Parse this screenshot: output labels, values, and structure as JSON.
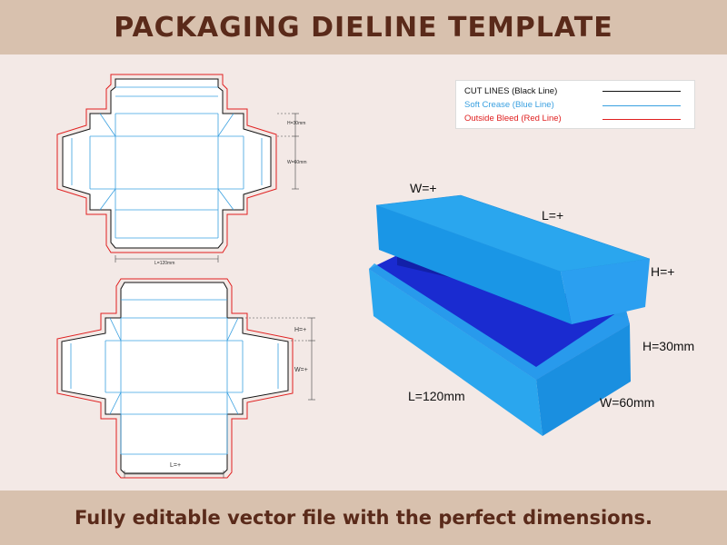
{
  "header": {
    "title": "PACKAGING DIELINE TEMPLATE"
  },
  "footer": {
    "text": "Fully editable vector file with the perfect dimensions."
  },
  "legend": {
    "items": [
      {
        "label": "CUT LINES (Black Line)",
        "color": "#111111"
      },
      {
        "label": "Soft Crease (Blue Line)",
        "color": "#3aa0e0"
      },
      {
        "label": "Outside Bleed (Red Line)",
        "color": "#e02020"
      }
    ]
  },
  "dieline_top": {
    "h_label": "H=30mm",
    "w_label": "W=60mm",
    "l_label": "L=120mm"
  },
  "dieline_bottom": {
    "h_label": "H=+",
    "w_label": "W=+",
    "l_label": "L=+"
  },
  "box_lid": {
    "w_label": "W=+",
    "l_label": "L=+",
    "h_label": "H=+"
  },
  "box_base": {
    "h_label": "H=30mm",
    "l_label": "L=120mm",
    "w_label": "W=60mm"
  },
  "colors": {
    "box_top": "#2aa6ee",
    "box_side": "#1a8fe0",
    "box_inner": "#1a2bd0",
    "banner": "#d8c1ae",
    "background": "#f3e9e6"
  }
}
